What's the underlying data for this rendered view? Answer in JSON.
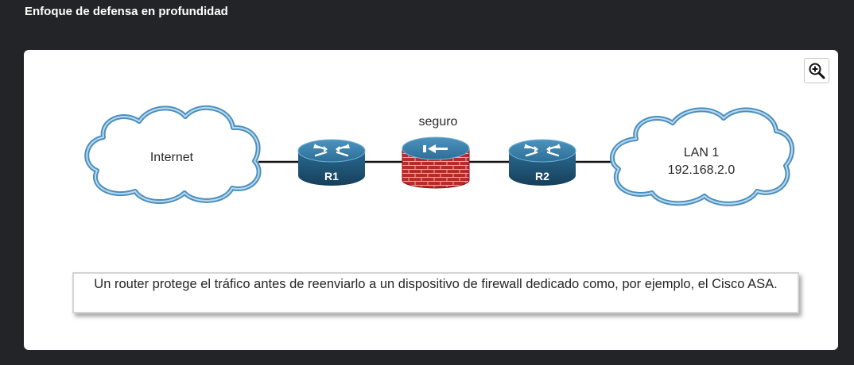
{
  "header": {
    "title": "Enfoque de defensa en profundidad"
  },
  "toolbar": {
    "zoom_icon": "zoom-in-icon"
  },
  "diagram": {
    "internet_label": "Internet",
    "router1_label": "R1",
    "firewall_label": "seguro",
    "router2_label": "R2",
    "lan_name": "LAN 1",
    "lan_address": "192.168.2.0"
  },
  "caption": {
    "text": "Un router protege el tráfico antes de reenviarlo a un dispositivo de firewall dedicado como, por ejemplo, el Cisco ASA."
  },
  "colors": {
    "background": "#232428",
    "card": "#ffffff",
    "cloud_outline": "#4a8fbf",
    "router": "#2e6f96",
    "firewall_brick": "#b22a2a"
  }
}
